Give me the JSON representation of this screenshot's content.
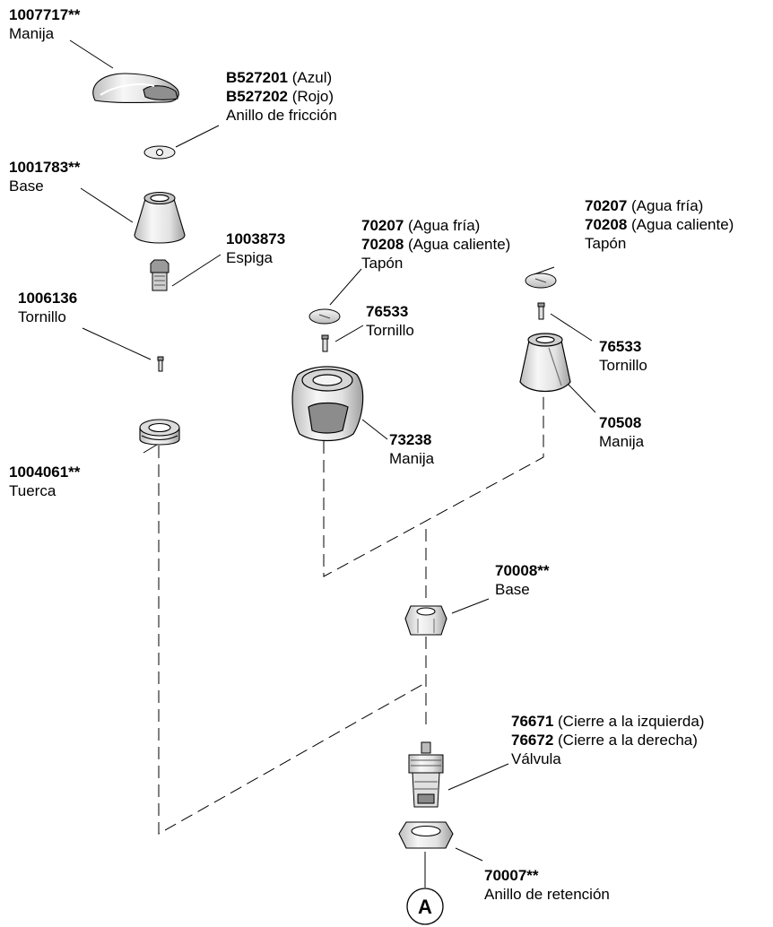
{
  "parts": [
    {
      "id": "p1007717",
      "number": "1007717**",
      "note": "",
      "name": "Manija"
    },
    {
      "id": "p1001783",
      "number": "1001783**",
      "note": "",
      "name": "Base"
    },
    {
      "id": "p1003873",
      "number": "1003873",
      "note": "",
      "name": "Espiga"
    },
    {
      "id": "p1006136",
      "number": "1006136",
      "note": "",
      "name": "Tornillo"
    },
    {
      "id": "p1004061",
      "number": "1004061**",
      "note": "",
      "name": "Tuerca"
    },
    {
      "id": "p76533a",
      "number": "76533",
      "note": "",
      "name": "Tornillo"
    },
    {
      "id": "p73238",
      "number": "73238",
      "note": "",
      "name": "Manija"
    },
    {
      "id": "p76533b",
      "number": "76533",
      "note": "",
      "name": "Tornillo"
    },
    {
      "id": "p70508",
      "number": "70508",
      "note": "",
      "name": "Manija"
    },
    {
      "id": "p70008",
      "number": "70008**",
      "note": "",
      "name": "Base"
    },
    {
      "id": "p70007",
      "number": "70007**",
      "note": "",
      "name": "Anillo de retención"
    }
  ],
  "multi_parts": [
    {
      "id": "friction",
      "lines": [
        {
          "number": "B527201",
          "note": " (Azul)"
        },
        {
          "number": "B527202",
          "note": " (Rojo)"
        }
      ],
      "name": "Anillo de fricción"
    },
    {
      "id": "tapon_left",
      "lines": [
        {
          "number": "70207",
          "note": " (Agua fría)"
        },
        {
          "number": "70208",
          "note": " (Agua caliente)"
        }
      ],
      "name": "Tapón"
    },
    {
      "id": "tapon_right",
      "lines": [
        {
          "number": "70207",
          "note": " (Agua fría)"
        },
        {
          "number": "70208",
          "note": " (Agua caliente)"
        }
      ],
      "name": "Tapón"
    },
    {
      "id": "valve",
      "lines": [
        {
          "number": "76671",
          "note": " (Cierre a la izquierda)"
        },
        {
          "number": "76672",
          "note": " (Cierre a la derecha)"
        }
      ],
      "name": "Válvula"
    }
  ],
  "callout": {
    "label": "A"
  }
}
